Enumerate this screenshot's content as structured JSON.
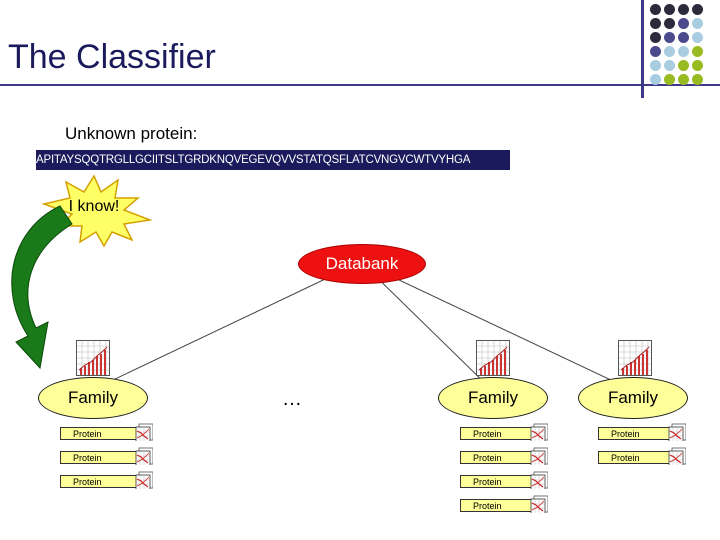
{
  "slide": {
    "title": "The Classifier"
  },
  "unknown": {
    "label": "Unknown protein:",
    "sequence": "APITAYSQQTRGLLGCIITSLTGRDKNQVEGEVQVVSTATQSFLATCVNGVCWTVYHGA"
  },
  "burst": {
    "text": "I know!"
  },
  "databank": {
    "label": "Databank"
  },
  "families": [
    {
      "label": "Family",
      "proteins": [
        "Protein",
        "Protein",
        "Protein"
      ]
    },
    {
      "label": "Family",
      "proteins": [
        "Protein",
        "Protein",
        "Protein",
        "Protein"
      ]
    },
    {
      "label": "Family",
      "proteins": [
        "Protein",
        "Protein"
      ]
    }
  ],
  "ellipsis": "…",
  "colors": {
    "title": "#1a1a5c",
    "accent_line": "#3d3a8c",
    "sequence_bg": "#1a1a5c",
    "databank": "#ee1111",
    "family_fill": "#ffff99",
    "burst_fill": "#ffff66",
    "arrow": "#1a7a1a",
    "dot_dark": "#2b2b3b",
    "dot_blue": "#4a4a8c",
    "dot_light": "#a8cce0",
    "dot_green": "#99bb22"
  },
  "decor_dots": [
    [
      "dot_dark",
      "dot_dark",
      "dot_dark",
      "dot_dark"
    ],
    [
      "dot_dark",
      "dot_dark",
      "dot_blue",
      "dot_light"
    ],
    [
      "dot_dark",
      "dot_blue",
      "dot_blue",
      "dot_light"
    ],
    [
      "dot_blue",
      "dot_light",
      "dot_light",
      "dot_green"
    ],
    [
      "dot_light",
      "dot_light",
      "dot_green",
      "dot_green"
    ],
    [
      "dot_light",
      "dot_green",
      "dot_green",
      "dot_green"
    ]
  ],
  "icons": {
    "family_chart": "bar-chart-icon",
    "protein": "protein-chart-icon",
    "arrow": "curved-arrow-icon",
    "burst": "explosion-burst-icon"
  }
}
